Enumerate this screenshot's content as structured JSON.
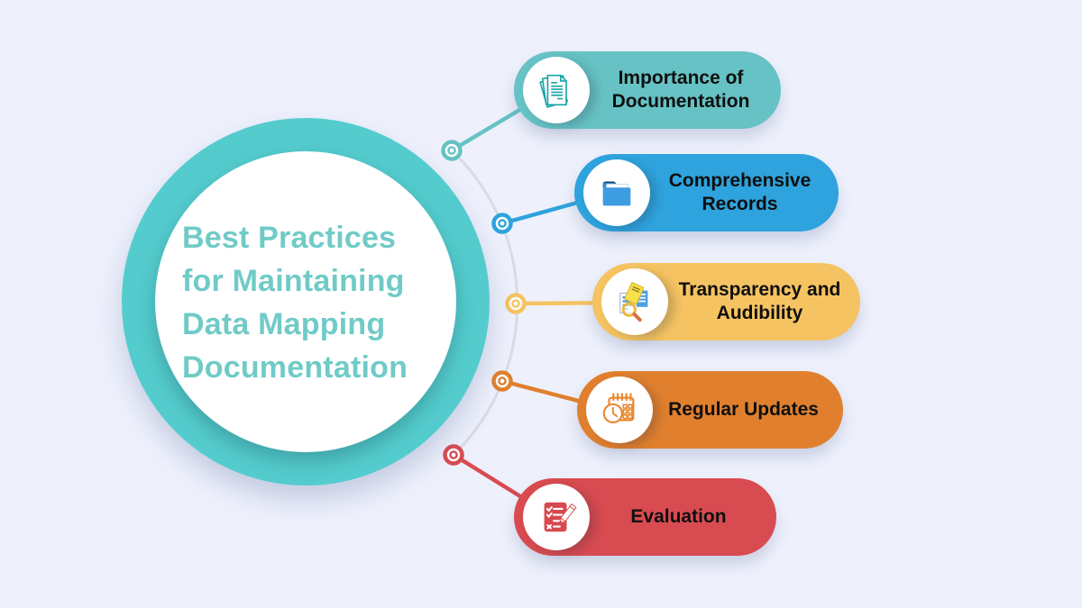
{
  "background_color": "#EEF1FC",
  "center": {
    "title_lines": [
      "Best Practices",
      "for Maintaining",
      "Data Mapping",
      "Documentation"
    ],
    "ring_color": "#54CCCE",
    "title_color": "#70CBC7"
  },
  "connector": {
    "arc_color": "#D9DBE5"
  },
  "items": [
    {
      "label": "Importance of Documentation",
      "color": "#66C2C4",
      "icon": "documents-stack-icon"
    },
    {
      "label": "Comprehensive Records",
      "color": "#2EA3DD",
      "icon": "folder-icon"
    },
    {
      "label": "Transparency and Audibility",
      "color": "#F5C361",
      "icon": "document-search-icon"
    },
    {
      "label": "Regular Updates",
      "color": "#E0802E",
      "icon": "calendar-clock-icon"
    },
    {
      "label": "Evaluation",
      "color": "#D84B50",
      "icon": "checklist-pencil-icon"
    }
  ]
}
